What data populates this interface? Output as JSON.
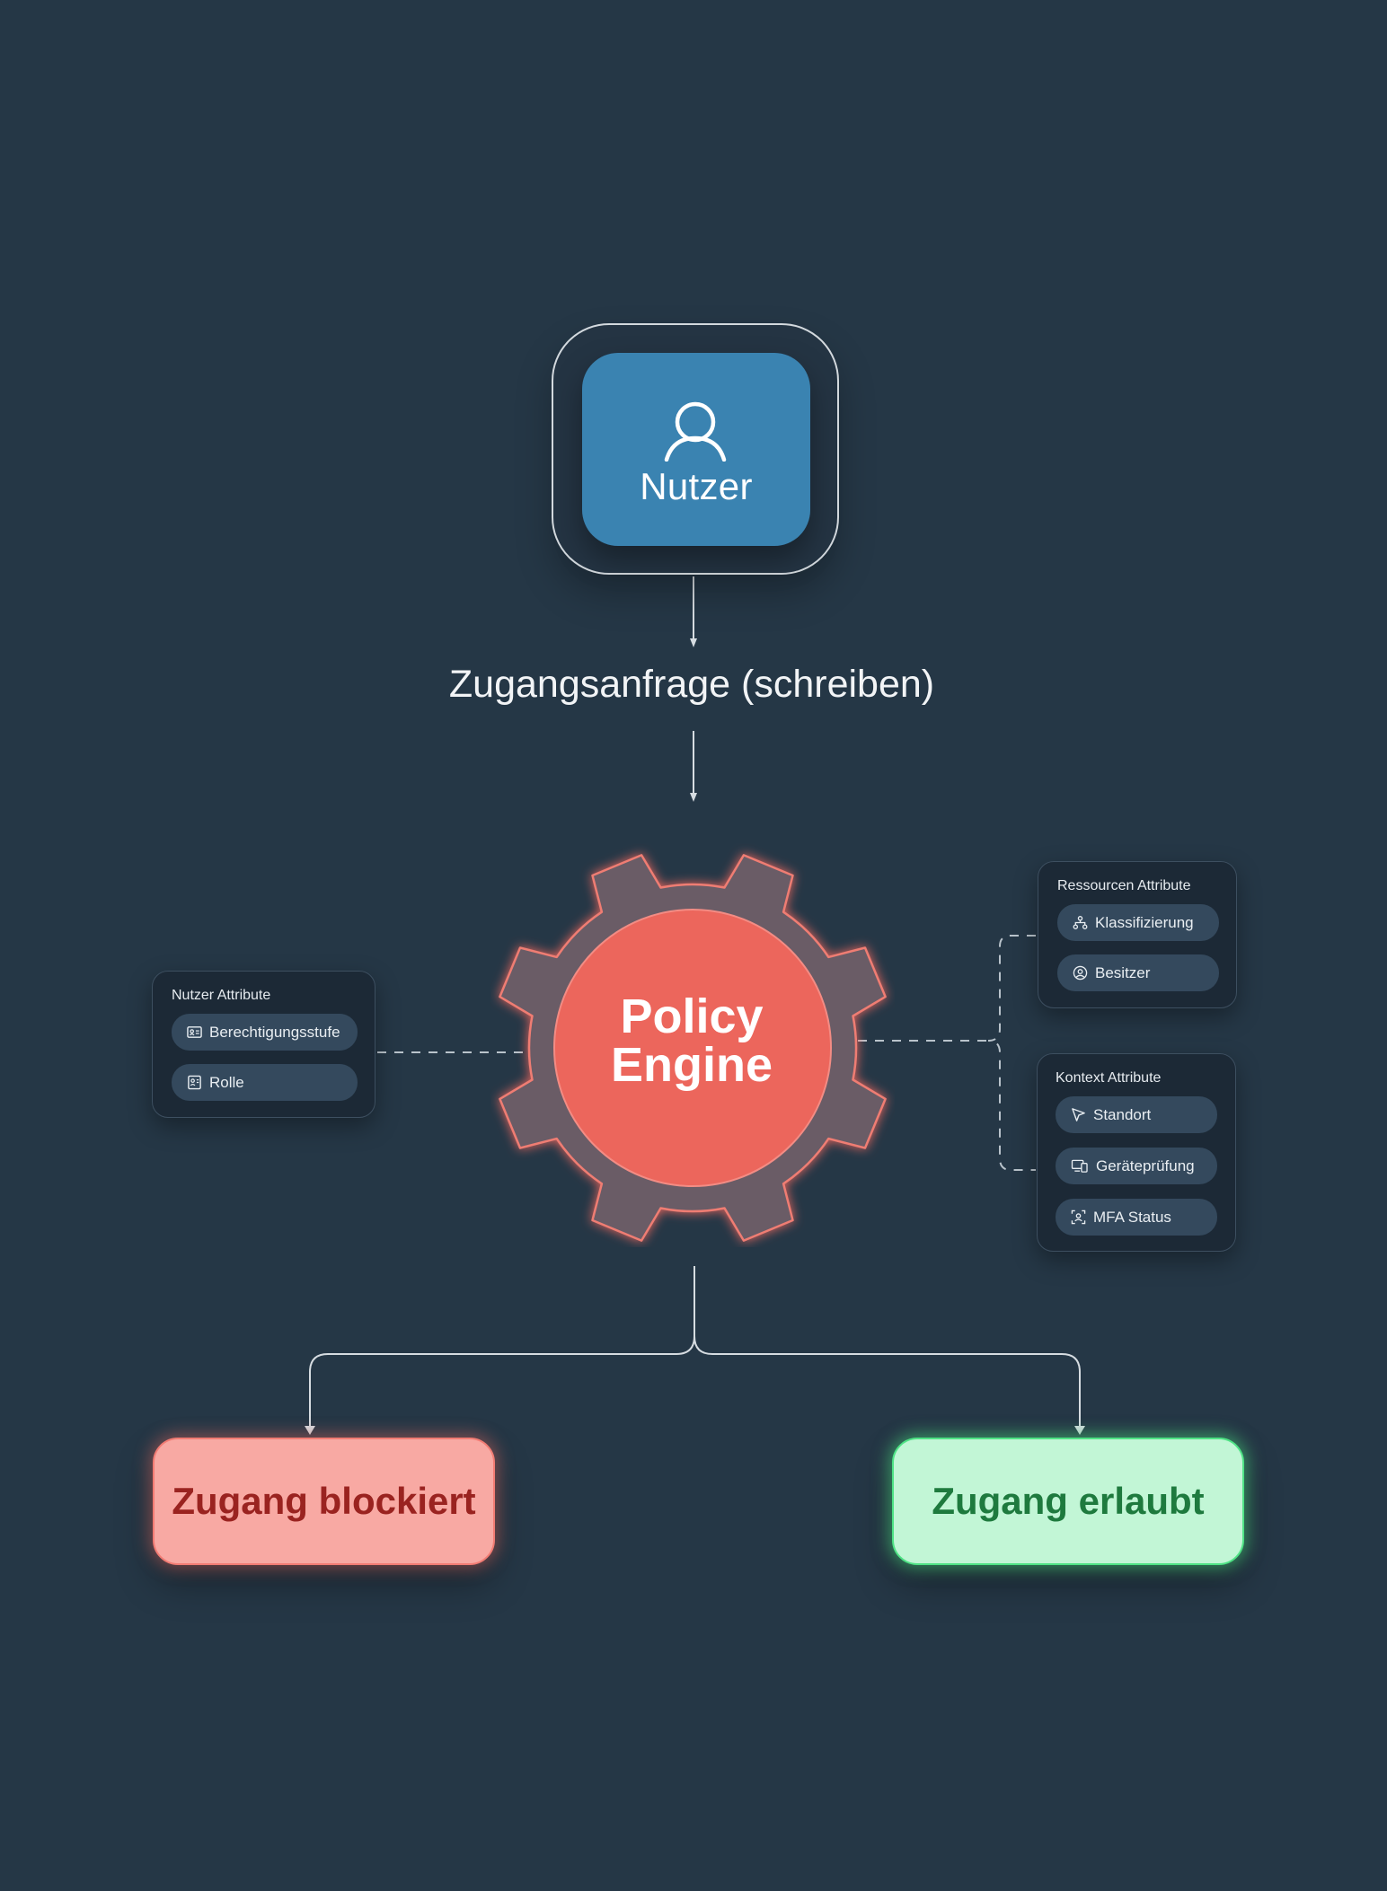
{
  "user_node": {
    "label": "Nutzer",
    "icon": "user-icon"
  },
  "request": {
    "label": "Zugangsanfrage (schreiben)"
  },
  "engine": {
    "line1": "Policy",
    "line2": "Engine",
    "icon": "gear-icon"
  },
  "user_attributes": {
    "title": "Nutzer Attribute",
    "items": [
      {
        "label": "Berechtigungsstufe",
        "icon": "id-card-icon"
      },
      {
        "label": "Rolle",
        "icon": "badge-icon"
      }
    ]
  },
  "resource_attributes": {
    "title": "Ressourcen Attribute",
    "items": [
      {
        "label": "Klassifizierung",
        "icon": "hierarchy-icon"
      },
      {
        "label": "Besitzer",
        "icon": "user-circle-icon"
      }
    ]
  },
  "context_attributes": {
    "title": "Kontext Attribute",
    "items": [
      {
        "label": "Standort",
        "icon": "cursor-icon"
      },
      {
        "label": "Geräteprüfung",
        "icon": "devices-icon"
      },
      {
        "label": "MFA Status",
        "icon": "face-scan-icon"
      }
    ]
  },
  "outcomes": {
    "blocked": {
      "label": "Zugang blockiert",
      "color": "#f8a9a3",
      "text_color": "#9a2320"
    },
    "allowed": {
      "label": "Zugang erlaubt",
      "color": "#c2f6d6",
      "text_color": "#1e7a3e"
    }
  },
  "colors": {
    "background": "#253746",
    "user_card": "#3a83b1",
    "engine_core": "#ec665c",
    "gear": "#6b5b66"
  }
}
